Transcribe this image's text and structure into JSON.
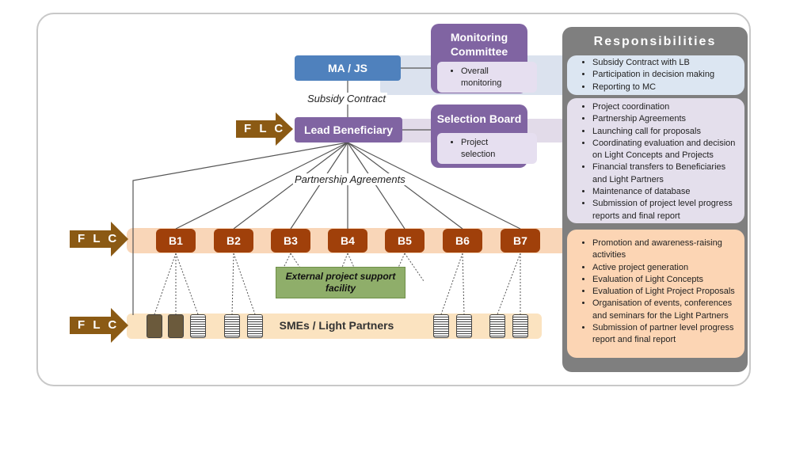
{
  "nodes": {
    "ma_js": "MA / JS",
    "lead_beneficiary": "Lead Beneficiary",
    "monitoring_committee": {
      "title_line1": "Monitoring",
      "title_line2": "Committee",
      "bullet_line1": "Overall",
      "bullet_line2": "monitoring"
    },
    "selection_board": {
      "title": "Selection Board",
      "bullet_line1": "Project",
      "bullet_line2": "selection"
    },
    "beneficiaries": [
      "B1",
      "B2",
      "B3",
      "B4",
      "B5",
      "B6",
      "B7"
    ],
    "external_facility_line1": "External project support",
    "external_facility_line2": "facility",
    "smes": "SMEs / Light Partners"
  },
  "edge_labels": {
    "subsidy_contract": "Subsidy Contract",
    "partnership_agreements": "Partnership Agreements"
  },
  "flc_label": "F L C",
  "responsibilities": {
    "title": "Responsibilities",
    "ma_js": [
      "Subsidy Contract with LB",
      "Participation in decision making",
      "Reporting to MC"
    ],
    "lead_beneficiary": [
      "Project coordination",
      "Partnership Agreements",
      "Launching call for proposals",
      "Coordinating evaluation and decision on Light Concepts and Projects",
      "Financial transfers to Beneficiaries and Light Partners",
      "Maintenance of database",
      "Submission of project level progress reports and final report"
    ],
    "beneficiaries": [
      "Promotion and awareness-raising activities",
      "Active project generation",
      "Evaluation of Light Concepts",
      "Evaluation of Light Project Proposals",
      "Organisation of events, conferences and seminars for the Light Partners",
      "Submission of partner level progress report and final report"
    ]
  },
  "colors": {
    "ma_js": "#4f81bd",
    "lead_beneficiary": "#8064a2",
    "beneficiary": "#a0400a",
    "flc_arrow": "#8b5a14",
    "external_facility": "#8fae6a",
    "responsibilities_panel": "#7f7f7f"
  }
}
